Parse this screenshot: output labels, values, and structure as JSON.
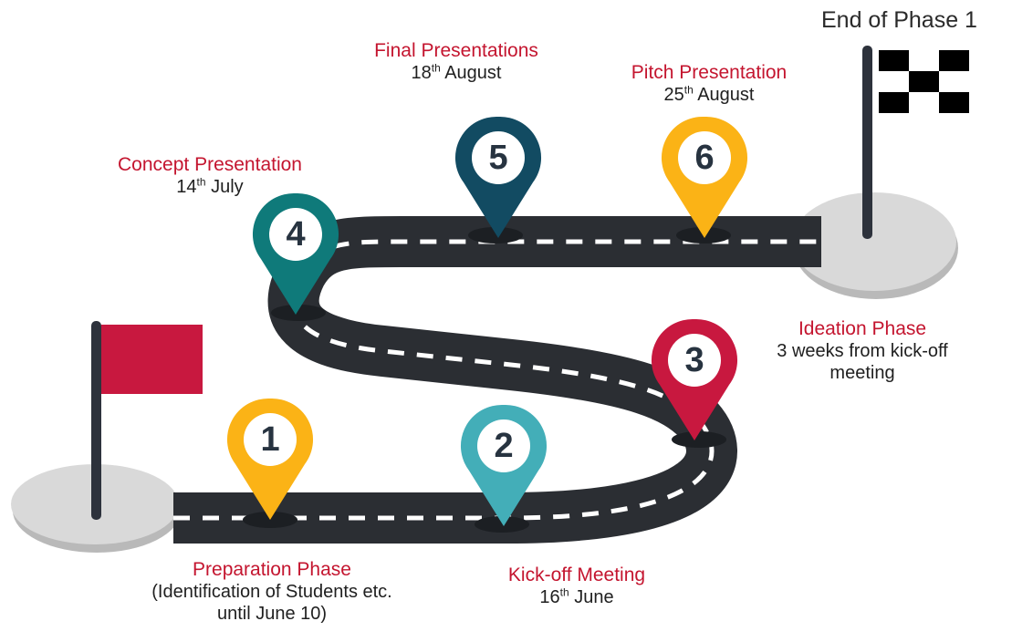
{
  "end_label": "End of Phase 1",
  "colors": {
    "road": "#2b2e33",
    "road_dash": "#ffffff",
    "platform": "#d9d9d9",
    "platform_shadow": "#b9b9b9",
    "start_flag": "#c8183f",
    "pole": "#2d323c",
    "title_red": "#c4152f"
  },
  "milestones": [
    {
      "number": "1",
      "color": "#fbb316",
      "title": "Preparation Phase",
      "line1": "(Identification of Students etc.",
      "line2": "until June 10)"
    },
    {
      "number": "2",
      "color": "#43aeb8",
      "title": "Kick-off Meeting",
      "date_num": "16",
      "date_sfx": "th",
      "date_rest": " June"
    },
    {
      "number": "3",
      "color": "#c8183f",
      "title": "Ideation Phase",
      "line1": "3 weeks from kick-off",
      "line2": "meeting"
    },
    {
      "number": "4",
      "color": "#0f7a7a",
      "title": "Concept Presentation",
      "date_num": "14",
      "date_sfx": "th",
      "date_rest": " July"
    },
    {
      "number": "5",
      "color": "#124b62",
      "title": "Final Presentations",
      "date_num": "18",
      "date_sfx": "th",
      "date_rest": " August"
    },
    {
      "number": "6",
      "color": "#fbb316",
      "title": "Pitch Presentation",
      "date_num": "25",
      "date_sfx": "th",
      "date_rest": " August"
    }
  ]
}
